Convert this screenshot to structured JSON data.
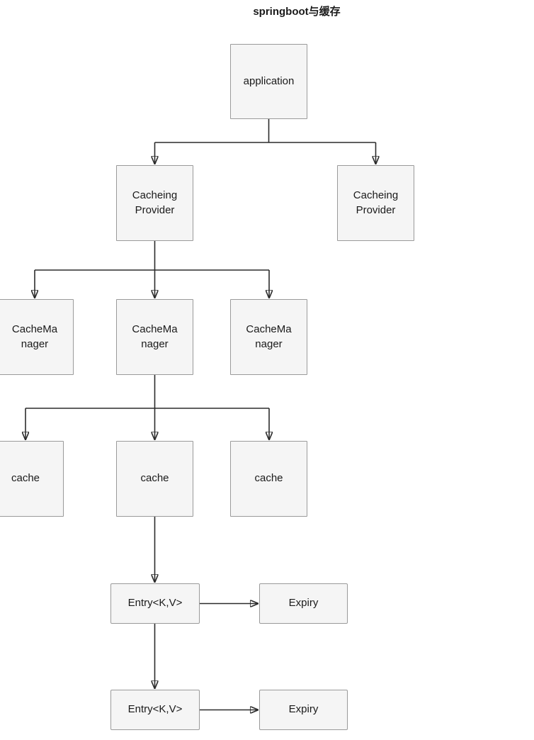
{
  "title": "springboot与缓存",
  "colors": {
    "background": "#ffffff",
    "node_fill": "#f5f5f5",
    "node_border": "#9a9a9a",
    "connector": "#2b2b2b",
    "text": "#1a1a1a"
  },
  "nodes": {
    "application": {
      "label": "application"
    },
    "cacheing_provider_left": {
      "label": "Cacheing\nProvider"
    },
    "cacheing_provider_right": {
      "label": "Cacheing\nProvider"
    },
    "cache_manager_left": {
      "label": "CacheMa\nnager"
    },
    "cache_manager_middle": {
      "label": "CacheMa\nnager"
    },
    "cache_manager_right": {
      "label": "CacheMa\nnager"
    },
    "cache_left": {
      "label": "cache"
    },
    "cache_middle": {
      "label": "cache"
    },
    "cache_right": {
      "label": "cache"
    },
    "entry_top": {
      "label": "Entry<K,V>"
    },
    "expiry_top": {
      "label": "Expiry"
    },
    "entry_bottom": {
      "label": "Entry<K,V>"
    },
    "expiry_bottom": {
      "label": "Expiry"
    }
  }
}
